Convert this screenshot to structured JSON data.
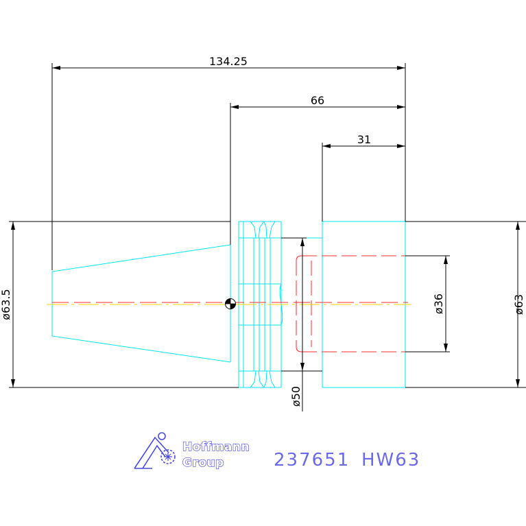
{
  "dimensions": {
    "overall_length": "134.25",
    "body_length": "66",
    "shank_length": "31",
    "flange_diameter": "ø63.5",
    "collar_diameter": "ø50",
    "bore_diameter": "ø36",
    "body_diameter": "ø63"
  },
  "logo": {
    "line1": "Hoffmann",
    "line2": "Group"
  },
  "caption": {
    "part_number": "237651",
    "designation": "HW63"
  },
  "colors": {
    "outline": "#00e5ee",
    "dimension": "#000000",
    "hidden": "#ff2a2a",
    "centerline": "#ffd000",
    "caption": "#6a6ae8"
  }
}
